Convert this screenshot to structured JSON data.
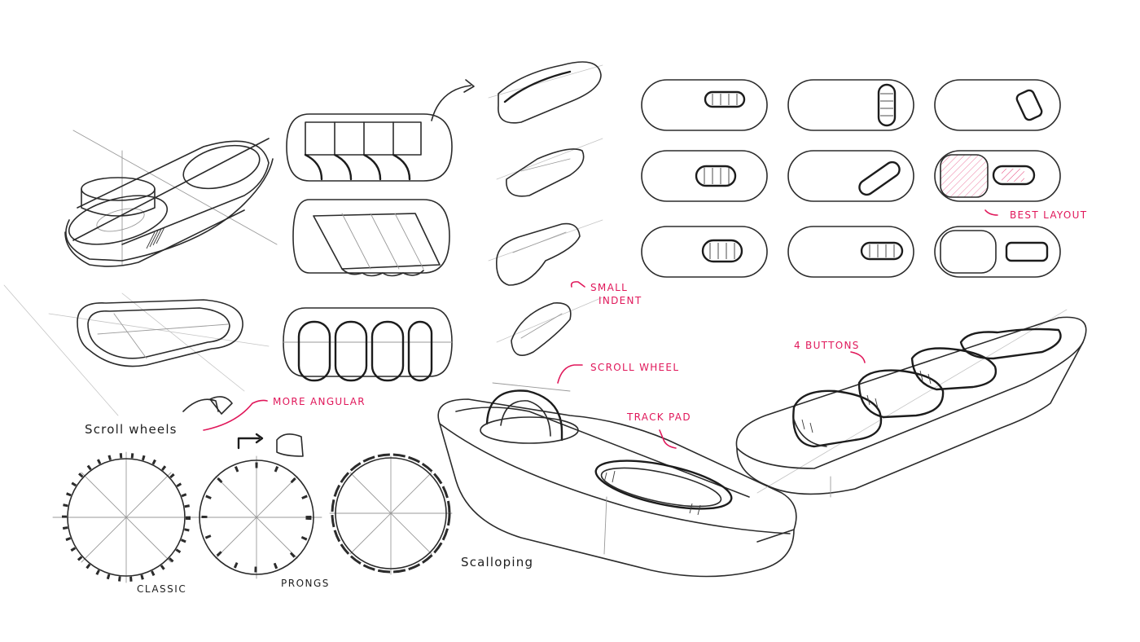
{
  "labels": {
    "scroll_wheels": "Scroll wheels",
    "classic": "CLASSIC",
    "prongs": "PRONGS",
    "scalloping": "Scalloping"
  },
  "annotations": {
    "more_angular": "MORE ANGULAR",
    "scroll_wheel": "SCROLL WHEEL",
    "track_pad": "TRACK PAD",
    "small_indent_1": "SMALL",
    "small_indent_2": "INDENT",
    "four_buttons": "4 BUTTONS",
    "best_layout": "BEST LAYOUT"
  },
  "colors": {
    "ink": "#2b2b2b",
    "annotation": "#e0175a",
    "background": "#ffffff"
  }
}
